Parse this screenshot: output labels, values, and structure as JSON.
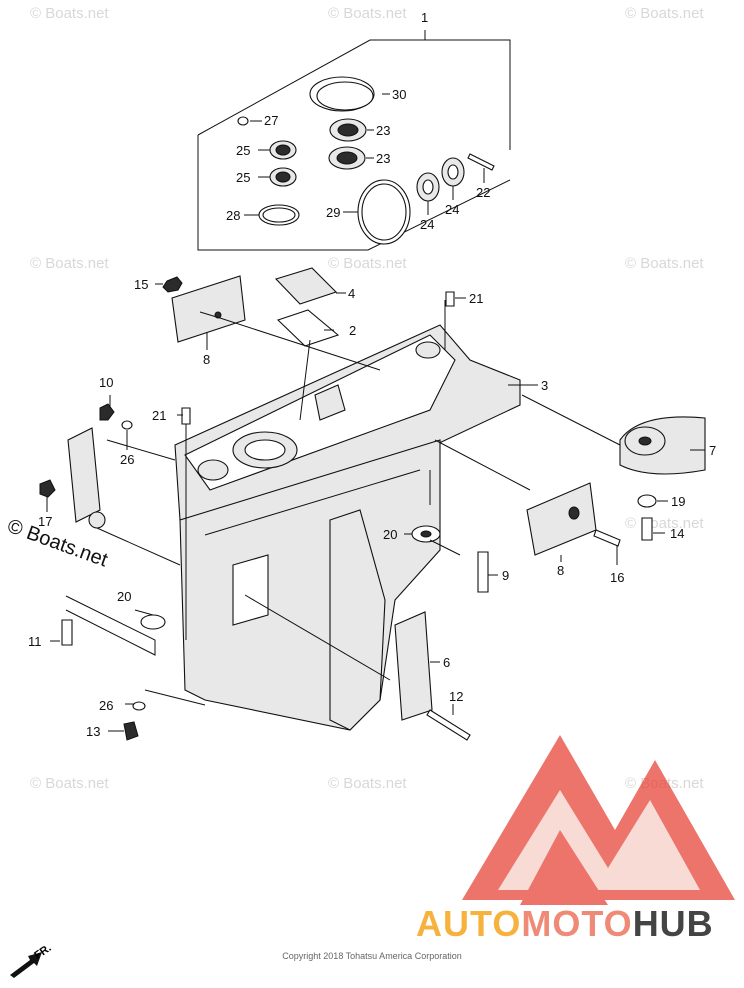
{
  "diagram": {
    "part_numbers": {
      "p1": "1",
      "p2": "2",
      "p3": "3",
      "p4": "4",
      "p6": "6",
      "p7": "7",
      "p8a": "8",
      "p8b": "8",
      "p9": "9",
      "p10": "10",
      "p11": "11",
      "p12": "12",
      "p13": "13",
      "p14": "14",
      "p15": "15",
      "p16": "16",
      "p17": "17",
      "p19": "19",
      "p20a": "20",
      "p20b": "20",
      "p21a": "21",
      "p21b": "21",
      "p22": "22",
      "p23a": "23",
      "p23b": "23",
      "p24a": "24",
      "p24b": "24",
      "p25a": "25",
      "p25b": "25",
      "p26a": "26",
      "p26b": "26",
      "p27": "27",
      "p28": "28",
      "p29": "29",
      "p30": "30"
    },
    "watermark": "© Boats.net",
    "corner_watermark": "© Boats.net",
    "direction_label": "FR.",
    "copyright": "Copyright 2018 Tohatsu America Corporation",
    "brand": {
      "part1": "AUTO",
      "part2": "MOTO",
      "part3": "HUB"
    },
    "colors": {
      "brand_triangle": "#e8463a",
      "brand_auto": "#f6b23c",
      "brand_moto": "#ef8a76",
      "brand_hub": "#444444",
      "watermark": "#d8d8d8"
    }
  }
}
